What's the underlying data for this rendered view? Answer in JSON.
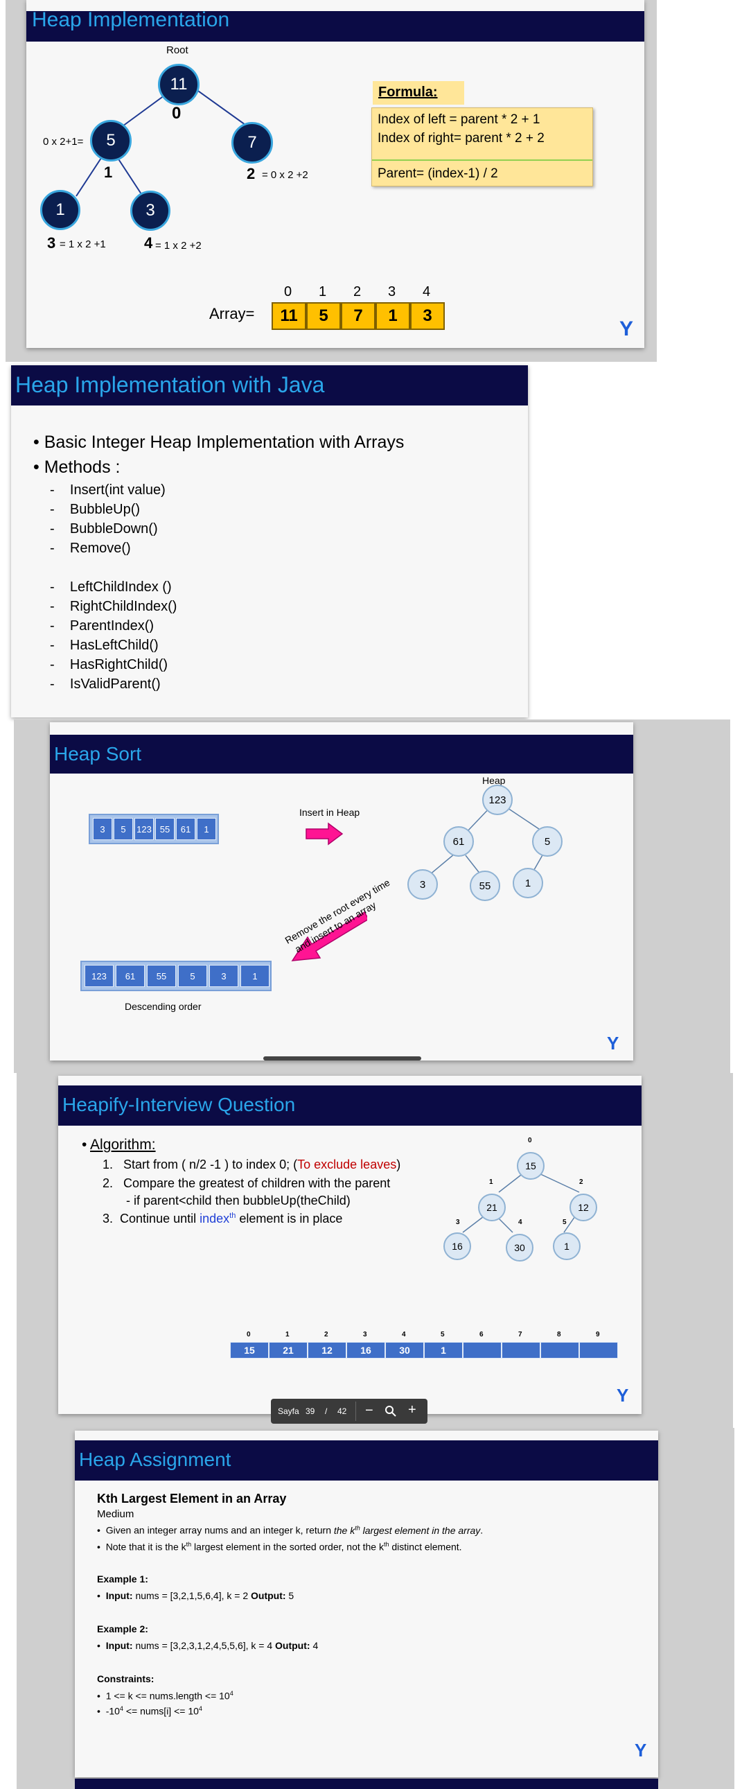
{
  "slide1": {
    "title": "Heap Implementation",
    "root_label": "Root",
    "nodes": [
      "11",
      "5",
      "7",
      "1",
      "3"
    ],
    "indices": [
      "0",
      "1",
      "2",
      "3",
      "4"
    ],
    "left_formula_1": "0 x 2+1=",
    "right_formula_2": "= 0 x 2 +2",
    "formula_3": "= 1 x 2 +1",
    "formula_4": "= 1 x 2 +2",
    "formula_heading": "Formula:",
    "formula_left": "Index of left  = parent * 2 + 1",
    "formula_right": "Index of right= parent * 2 + 2",
    "formula_parent": "Parent= (index-1) / 2",
    "array_label": "Array=",
    "array_indices": [
      "0",
      "1",
      "2",
      "3",
      "4"
    ],
    "array_values": [
      "11",
      "5",
      "7",
      "1",
      "3"
    ]
  },
  "slide2": {
    "title": "Heap Implementation with Java",
    "bullet1": "Basic Integer Heap Implementation with Arrays",
    "bullet2": "Methods :",
    "methods_a": [
      "Insert(int value)",
      "BubbleUp()",
      "BubbleDown()",
      "Remove()"
    ],
    "methods_b": [
      "LeftChildIndex ()",
      "RightChildIndex()",
      "ParentIndex()",
      "HasLeftChild()",
      "HasRightChild()",
      "IsValidParent()"
    ]
  },
  "slide3": {
    "title": "Heap Sort",
    "input_array": [
      "3",
      "5",
      "123",
      "55",
      "61",
      "1"
    ],
    "insert_label": "Insert in Heap",
    "heap_label": "Heap",
    "heap_nodes": [
      "123",
      "61",
      "5",
      "3",
      "55",
      "1"
    ],
    "remove_label_1": "Remove the root every time",
    "remove_label_2": "and insert to an array",
    "output_array": [
      "123",
      "61",
      "55",
      "5",
      "3",
      "1"
    ],
    "order_label": "Descending order"
  },
  "slide4": {
    "title": "Heapify-Interview Question",
    "algorithm_label": "Algorithm:",
    "step1_num": "1.",
    "step1_text": "Start from ( n/2 -1 ) to index 0; (",
    "step1_red": "To exclude leaves",
    "step1_end": ")",
    "step2_num": "2.",
    "step2_text": "Compare the greatest of children with the parent",
    "step2_sub": "- if parent<child  then bubbleUp(theChild)",
    "step3_num": "3.",
    "step3_text": "Continue until ",
    "step3_blue": "index",
    "step3_sup": "th",
    "step3_end": " element is in place",
    "tree_nodes": [
      "15",
      "21",
      "12",
      "16",
      "30",
      "1"
    ],
    "tree_indices": [
      "0",
      "1",
      "2",
      "3",
      "4",
      "5"
    ],
    "array_indices": [
      "0",
      "1",
      "2",
      "3",
      "4",
      "5",
      "6",
      "7",
      "8",
      "9"
    ],
    "array_values": [
      "15",
      "21",
      "12",
      "16",
      "30",
      "1",
      "",
      "",
      "",
      ""
    ],
    "viewer": {
      "page_word": "Sayfa",
      "page": "39",
      "sep": "/",
      "total": "42"
    }
  },
  "slide5": {
    "title": "Heap Assignment",
    "problem_title": "Kth Largest Element in an Array",
    "difficulty": "Medium",
    "desc1_a": "Given an integer array nums and an integer k, return ",
    "desc1_b": "the k",
    "desc1_sup": "th",
    "desc1_c": " largest element in the array",
    "desc1_d": ".",
    "desc2_a": "Note that it is the k",
    "desc2_sup": "th",
    "desc2_b": " largest element in the sorted order, not the k",
    "desc2_sup2": "th",
    "desc2_c": " distinct element.",
    "ex1_heading": "Example 1:",
    "ex1_input_label": "Input:",
    "ex1_input": " nums = [3,2,1,5,6,4], k = 2 ",
    "ex1_output_label": "Output:",
    "ex1_output": " 5",
    "ex2_heading": "Example 2:",
    "ex2_input_label": "Input:",
    "ex2_input": " nums = [3,2,3,1,2,4,5,5,6], k = 4 ",
    "ex2_output_label": "Output:",
    "ex2_output": " 4",
    "constraints_heading": "Constraints:",
    "c1_a": "1 <= k <= nums.length <= 10",
    "c1_sup": "4",
    "c2_a": "-10",
    "c2_sup": "4",
    "c2_b": " <= nums[i] <= 10",
    "c2_sup2": "4"
  },
  "colors": {
    "title_bg": "#0b0b45",
    "title_text": "#2aa6ea",
    "accent_pink": "#e8247e",
    "node_dark": "#0b1f4f",
    "cell_yellow": "#ffc000",
    "cell_blue": "#3f6fc8",
    "red": "#c00000",
    "blue": "#1f3fd6"
  },
  "icons": [
    "logo-icon",
    "arrow-right-icon",
    "arrow-down-left-icon",
    "zoom-out-icon",
    "zoom-icon",
    "zoom-in-icon"
  ]
}
